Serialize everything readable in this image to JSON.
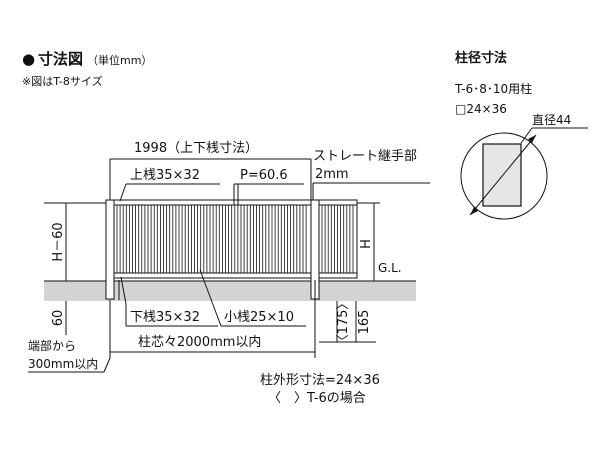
{
  "header": {
    "bullet": "●",
    "title": "寸法図",
    "unit": "（単位mm）",
    "note": "※図はT-8サイズ"
  },
  "post_section": {
    "title": "柱径寸法",
    "models": "T-6･8･10用柱",
    "size": "□24×36",
    "diameter": "直径44"
  },
  "fence": {
    "top_rail_span": "1998（上下桟寸法）",
    "straight_joint": "ストレート継手部",
    "joint_size": "2mm",
    "top_rail": "上桟35×32",
    "pitch": "P=60.6",
    "height_left": "H－60",
    "height_right": "H",
    "ground_level": "G.L.",
    "left_depth": "60",
    "bottom_rail": "下桟35×32",
    "small_bar": "小桟25×10",
    "post_spacing": "柱芯々2000mm以内",
    "depth_t6": "〈175〉",
    "depth": "165",
    "end_note_line1": "端部から",
    "end_note_line2": "300mm以内",
    "post_outer_size": "柱外形寸法=24×36",
    "t6_case": "〈　〉T-6の場合"
  },
  "colors": {
    "ground": "#d4d4d4",
    "post_fill": "#e6e6e6",
    "line": "#111111"
  }
}
